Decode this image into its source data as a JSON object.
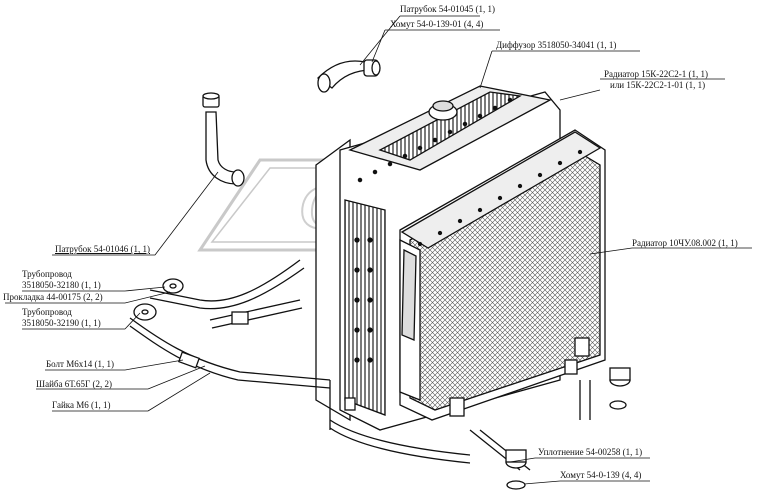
{
  "diagram": {
    "labels": {
      "patrubok_top": "Патрубок 54-01045 (1, 1)",
      "khomut_top": "Хомут 54-0-139-01 (4, 4)",
      "diffuzor": "Диффузор 3518050-34041 (1, 1)",
      "radiator1_line1": "Радиатор 15К-22С2-1 (1, 1)",
      "radiator1_line2": "или 15К-22С2-1-01 (1, 1)",
      "radiator2": "Радиатор 10ЧУ.08.002 (1, 1)",
      "patrubok_left": "Патрубок 54-01046 (1, 1)",
      "truboprovod1_line1": "Трубопровод",
      "truboprovod1_line2": "3518050-32180 (1, 1)",
      "prokladka": "Прокладка 44-00175 (2, 2)",
      "truboprovod2_line1": "Трубопровод",
      "truboprovod2_line2": "3518050-32190 (1, 1)",
      "bolt": "Болт М6х14 (1, 1)",
      "shayba": "Шайба 6Т.65Г (2, 2)",
      "gayka": "Гайка М6 (1, 1)",
      "uplotnenie": "Уплотнение 54-00258 (1, 1)",
      "khomut_bottom": "Хомут 54-0-139 (4, 4)"
    }
  }
}
